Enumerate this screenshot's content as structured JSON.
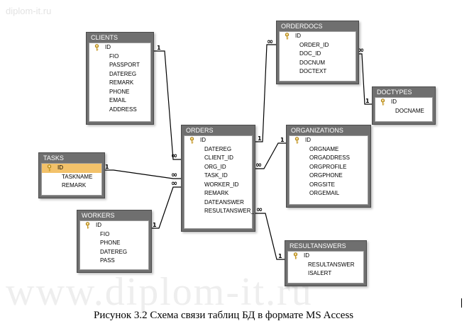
{
  "watermark_top": "diplom-it.ru",
  "watermark_bottom": "www.diplom-it.ru",
  "caption": "Рисунок 3.2 Схема связи таблиц БД в формате MS Access",
  "rel_labels": {
    "one": "1",
    "many": "∞"
  },
  "tables": {
    "clients": {
      "title": "CLIENTS",
      "fields": [
        "ID",
        "FIO",
        "PASSPORT",
        "DATEREG",
        "REMARK",
        "PHONE",
        "EMAIL",
        "ADDRESS"
      ]
    },
    "orders": {
      "title": "ORDERS",
      "fields": [
        "ID",
        "DATEREG",
        "CLIENT_ID",
        "ORG_ID",
        "TASK_ID",
        "WORKER_ID",
        "REMARK",
        "DATEANSWER",
        "RESULTANSWER_"
      ]
    },
    "orderdocs": {
      "title": "ORDERDOCS",
      "fields": [
        "ID",
        "ORDER_ID",
        "DOC_ID",
        "DOCNUM",
        "DOCTEXT"
      ]
    },
    "doctypes": {
      "title": "DOCTYPES",
      "fields": [
        "ID",
        "DOCNAME"
      ]
    },
    "organizations": {
      "title": "ORGANIZATIONS",
      "fields": [
        "ID",
        "ORGNAME",
        "ORGADDRESS",
        "ORGPROFILE",
        "ORGPHONE",
        "ORGSITE",
        "ORGEMAIL"
      ]
    },
    "tasks": {
      "title": "TASKS",
      "fields": [
        "ID",
        "TASKNAME",
        "REMARK"
      ]
    },
    "workers": {
      "title": "WORKERS",
      "fields": [
        "ID",
        "FIO",
        "PHONE",
        "DATEREG",
        "PASS"
      ]
    },
    "resultanswers": {
      "title": "RESULTANSWERS",
      "fields": [
        "ID",
        "RESULTANSWER",
        "ISALERT"
      ]
    }
  }
}
